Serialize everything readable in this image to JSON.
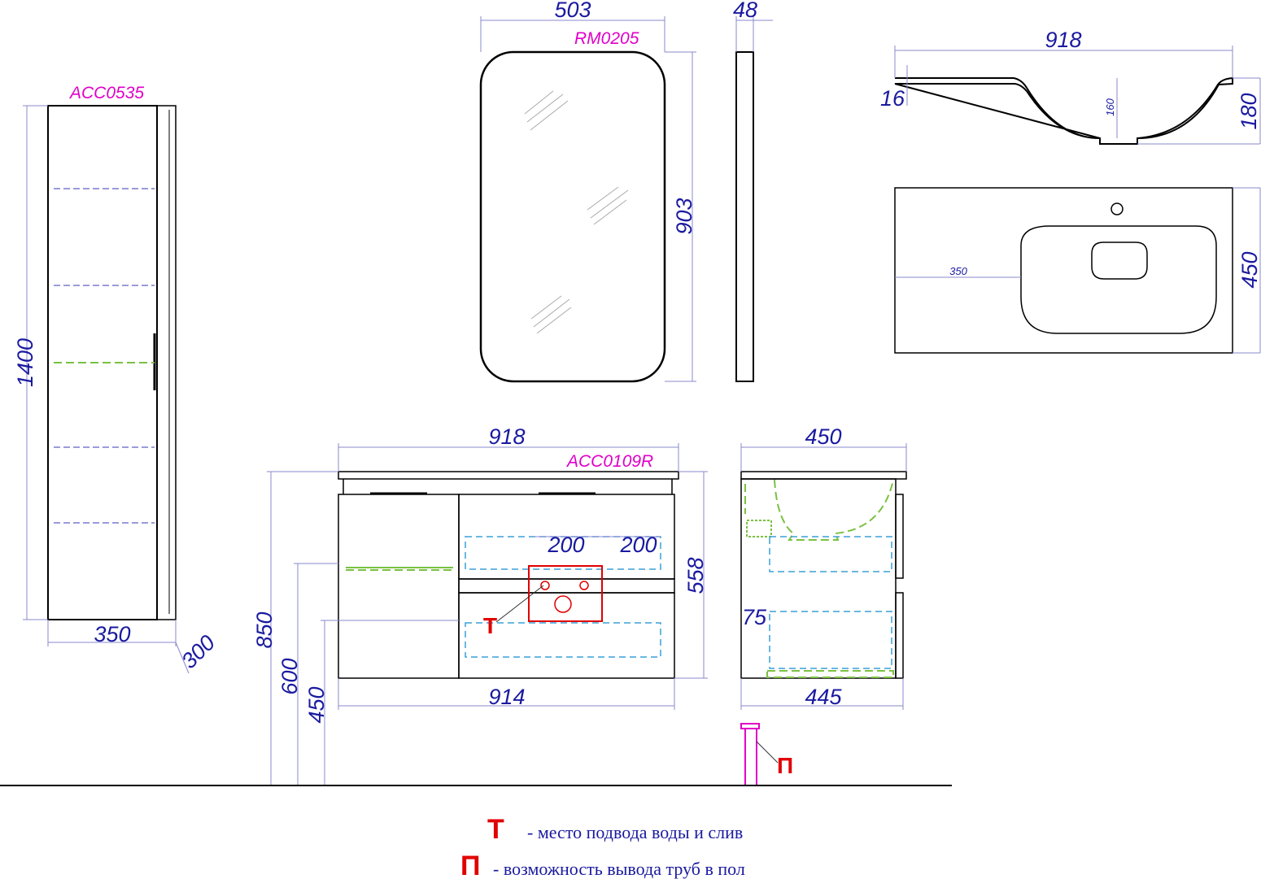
{
  "codes": {
    "tall_cabinet": "ACC0535",
    "mirror": "RM0205",
    "vanity": "ACC0109R"
  },
  "dimensions": {
    "cabinet_height": "1400",
    "cabinet_width": "350",
    "cabinet_depth": "300",
    "mirror_width": "503",
    "mirror_height": "903",
    "mirror_thickness": "48",
    "sink_top_width": "918",
    "sink_top_thickness": "16",
    "sink_bowl_depth": "160",
    "sink_total_height": "180",
    "sink_top_depth": "450",
    "sink_offset": "350",
    "vanity_width": "918",
    "vanity_height": "558",
    "vanity_mount_height": "850",
    "dim_600": "600",
    "dim_450_floor": "450",
    "vanity_body_width": "914",
    "spacing_a": "200",
    "spacing_b": "200",
    "side_width": "450",
    "side_body_depth": "445",
    "side_dim_75": "75"
  },
  "markers": {
    "t": "Т",
    "p": "П"
  },
  "legend": [
    {
      "letter": "Т",
      "text": "- место подвода воды и слив"
    },
    {
      "letter": "П",
      "text": "- возможность вывода труб в пол"
    }
  ]
}
